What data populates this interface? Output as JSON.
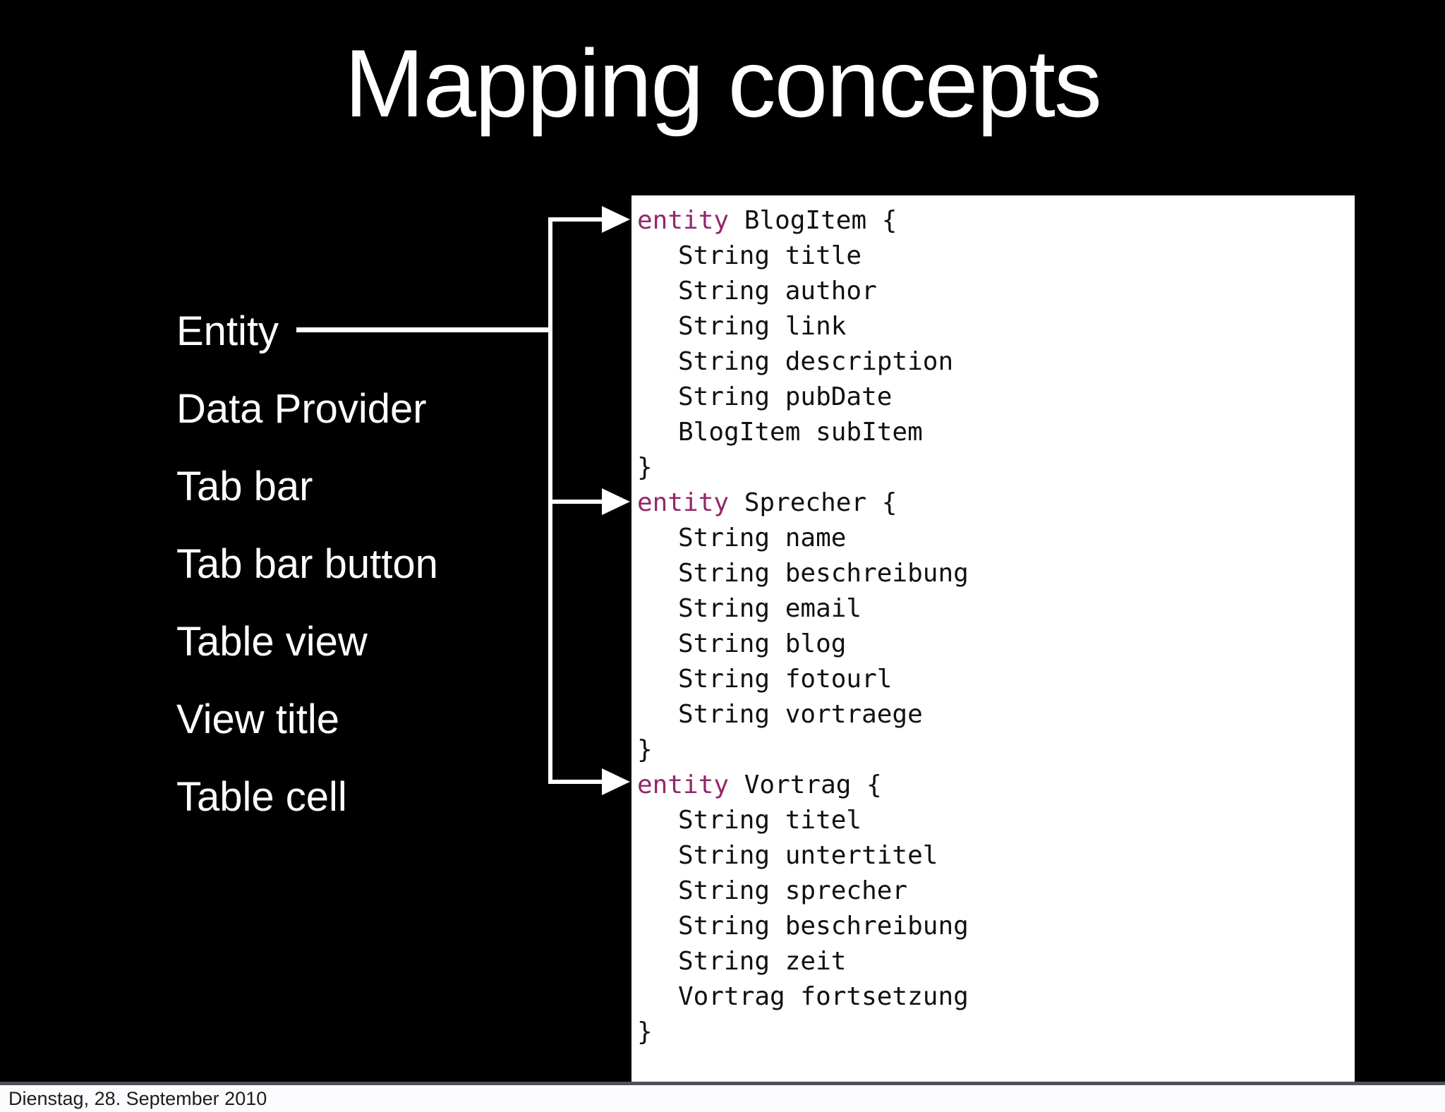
{
  "slide": {
    "title": "Mapping concepts",
    "labels": [
      {
        "id": "entity",
        "text": "Entity"
      },
      {
        "id": "data-provider",
        "text": "Data Provider"
      },
      {
        "id": "tab-bar",
        "text": "Tab bar"
      },
      {
        "id": "tab-bar-button",
        "text": "Tab bar button"
      },
      {
        "id": "table-view",
        "text": "Table view"
      },
      {
        "id": "view-title",
        "text": "View title"
      },
      {
        "id": "table-cell",
        "text": "Table cell"
      }
    ],
    "code_blocks": [
      {
        "keyword": "entity",
        "name": "BlogItem",
        "open_brace": "{",
        "close_brace": "}",
        "fields": [
          "String title",
          "String author",
          "String link",
          "String description",
          "String pubDate",
          "BlogItem subItem"
        ]
      },
      {
        "keyword": "entity",
        "name": "Sprecher",
        "open_brace": "{",
        "close_brace": "}",
        "fields": [
          "String name",
          "String beschreibung",
          "String email",
          "String blog",
          "String fotourl",
          "String vortraege"
        ]
      },
      {
        "keyword": "entity",
        "name": "Vortrag",
        "open_brace": "{",
        "close_brace": "}",
        "fields": [
          "String titel",
          "String untertitel",
          "String sprecher",
          "String beschreibung",
          "String zeit",
          "Vortrag fortsetzung"
        ]
      }
    ],
    "colors": {
      "background": "#000000",
      "panel": "#ffffff",
      "keyword": "#93276b",
      "code_text": "#111111",
      "line": "#ffffff"
    }
  },
  "footer": {
    "date": "Dienstag, 28. September 2010"
  }
}
